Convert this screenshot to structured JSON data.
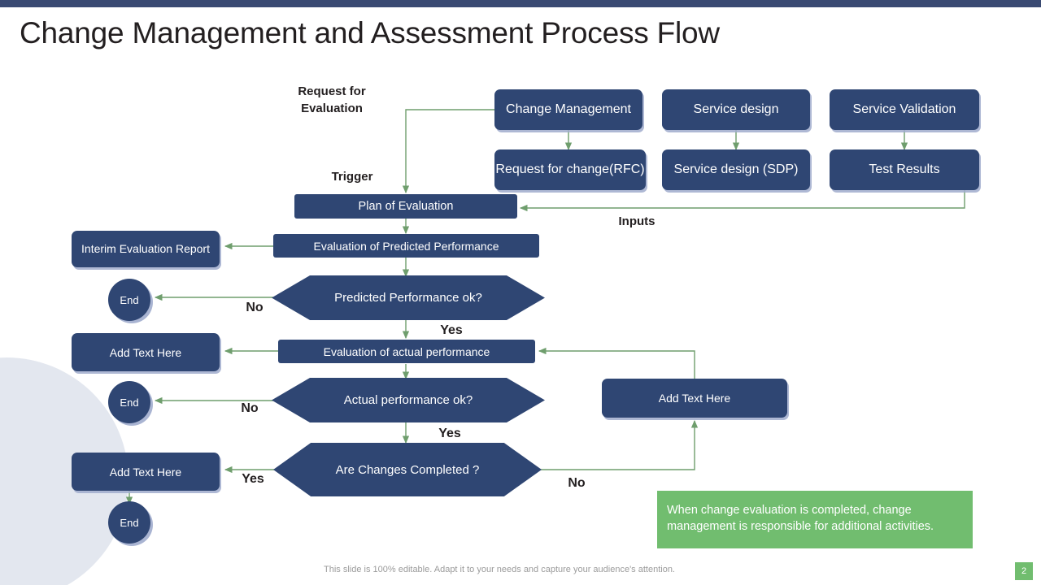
{
  "slide": {
    "title": "Change Management and Assessment Process Flow",
    "accent_navy": "#2f4673",
    "accent_green": "#71bd6f",
    "arrow_green": "#6f9e6d",
    "topbar_color": "#3a4a72",
    "decorative_circle_color": "#e3e7ef"
  },
  "top_row": {
    "change_management": "Change Management",
    "service_design": "Service design",
    "service_validation": "Service Validation",
    "request_for_change": "Request for change(RFC)",
    "service_design_sdp": "Service design (SDP)",
    "test_results": "Test Results"
  },
  "labels": {
    "request_for_evaluation": "Request for Evaluation",
    "trigger": "Trigger",
    "inputs": "Inputs",
    "no_1": "No",
    "yes_1": "Yes",
    "no_2": "No",
    "yes_2": "Yes",
    "yes_3": "Yes",
    "no_3": "No"
  },
  "flow": {
    "plan_of_evaluation": "Plan of Evaluation",
    "evaluation_predicted": "Evaluation of Predicted Performance",
    "decision_predicted": "Predicted Performance ok?",
    "evaluation_actual": "Evaluation of actual performance",
    "decision_actual": "Actual performance ok?",
    "decision_changes": "Are Changes Completed ?"
  },
  "side_nodes": {
    "interim_report": "Interim Evaluation Report",
    "end_1": "End",
    "add_text_1": "Add Text Here",
    "end_2": "End",
    "add_text_2": "Add Text Here",
    "end_3": "End",
    "add_text_right": "Add Text Here"
  },
  "callout": {
    "text": "When change evaluation is completed, change management is responsible for additional activities."
  },
  "footer": {
    "note": "This slide is 100% editable. Adapt it to your needs and capture your audience's attention.",
    "page_number": "2"
  }
}
